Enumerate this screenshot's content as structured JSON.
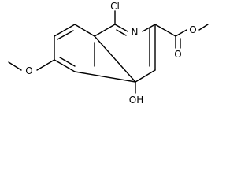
{
  "molecule": {
    "atoms": {
      "cl": "Cl",
      "n": "N",
      "o_ester_double": "O",
      "o_ester_single": "O",
      "o_methoxy": "O",
      "oh": "OH"
    }
  }
}
